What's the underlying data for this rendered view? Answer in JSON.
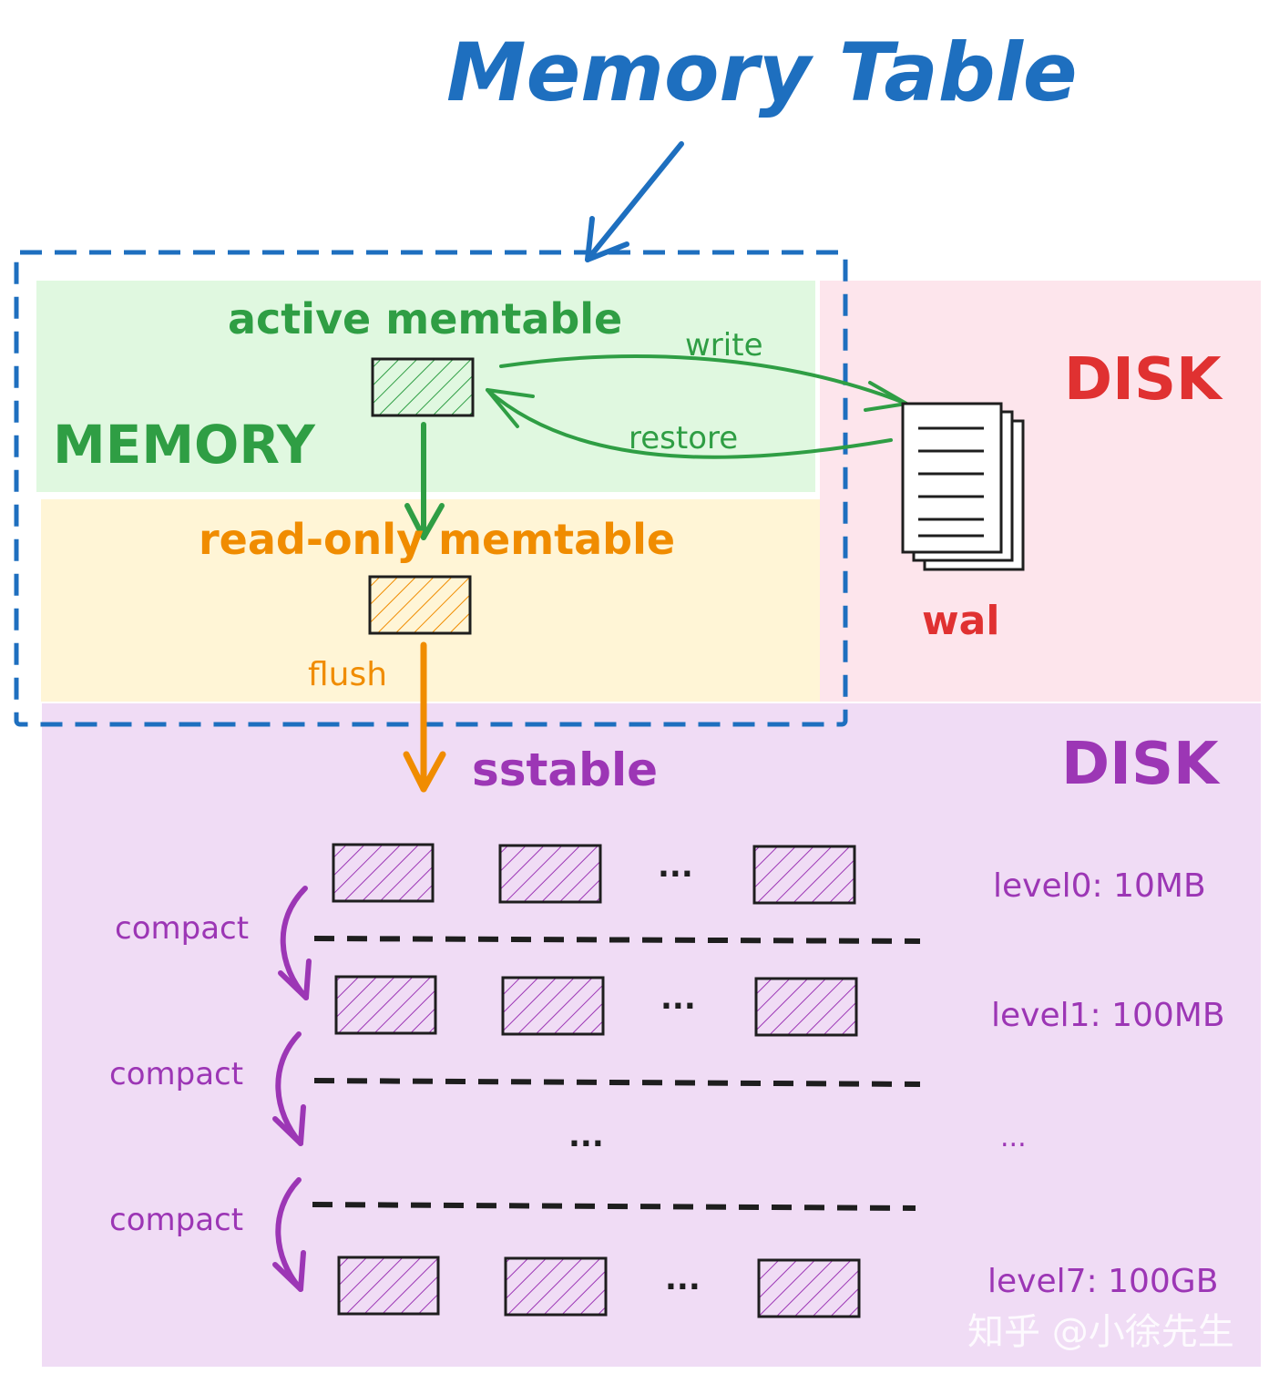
{
  "title": "Memory Table",
  "memory_label": "MEMORY",
  "active_memtable_label": "active memtable",
  "readonly_memtable_label": "read-only memtable",
  "write_label": "write",
  "restore_label": "restore",
  "flush_label": "flush",
  "disk_top_label": "DISK",
  "wal_label": "wal",
  "disk_bottom_label": "DISK",
  "sstable_label": "sstable",
  "compact_labels": [
    "compact",
    "compact",
    "compact"
  ],
  "ellipsis": "...",
  "level_labels": [
    "level0: 10MB",
    "level1: 100MB",
    "...",
    "level7: 100GB"
  ],
  "watermark": "知乎 @小徐先生",
  "colors": {
    "blue": "#1e6fbf",
    "green": "#2f9e44",
    "orange": "#f08c00",
    "red": "#e03131",
    "purple": "#9c36b5",
    "memory_fill": "#e0f8e0",
    "readonly_fill": "#fff5d6",
    "disk_top_fill": "#fde5ec",
    "disk_bottom_fill": "#f0dcf5"
  }
}
